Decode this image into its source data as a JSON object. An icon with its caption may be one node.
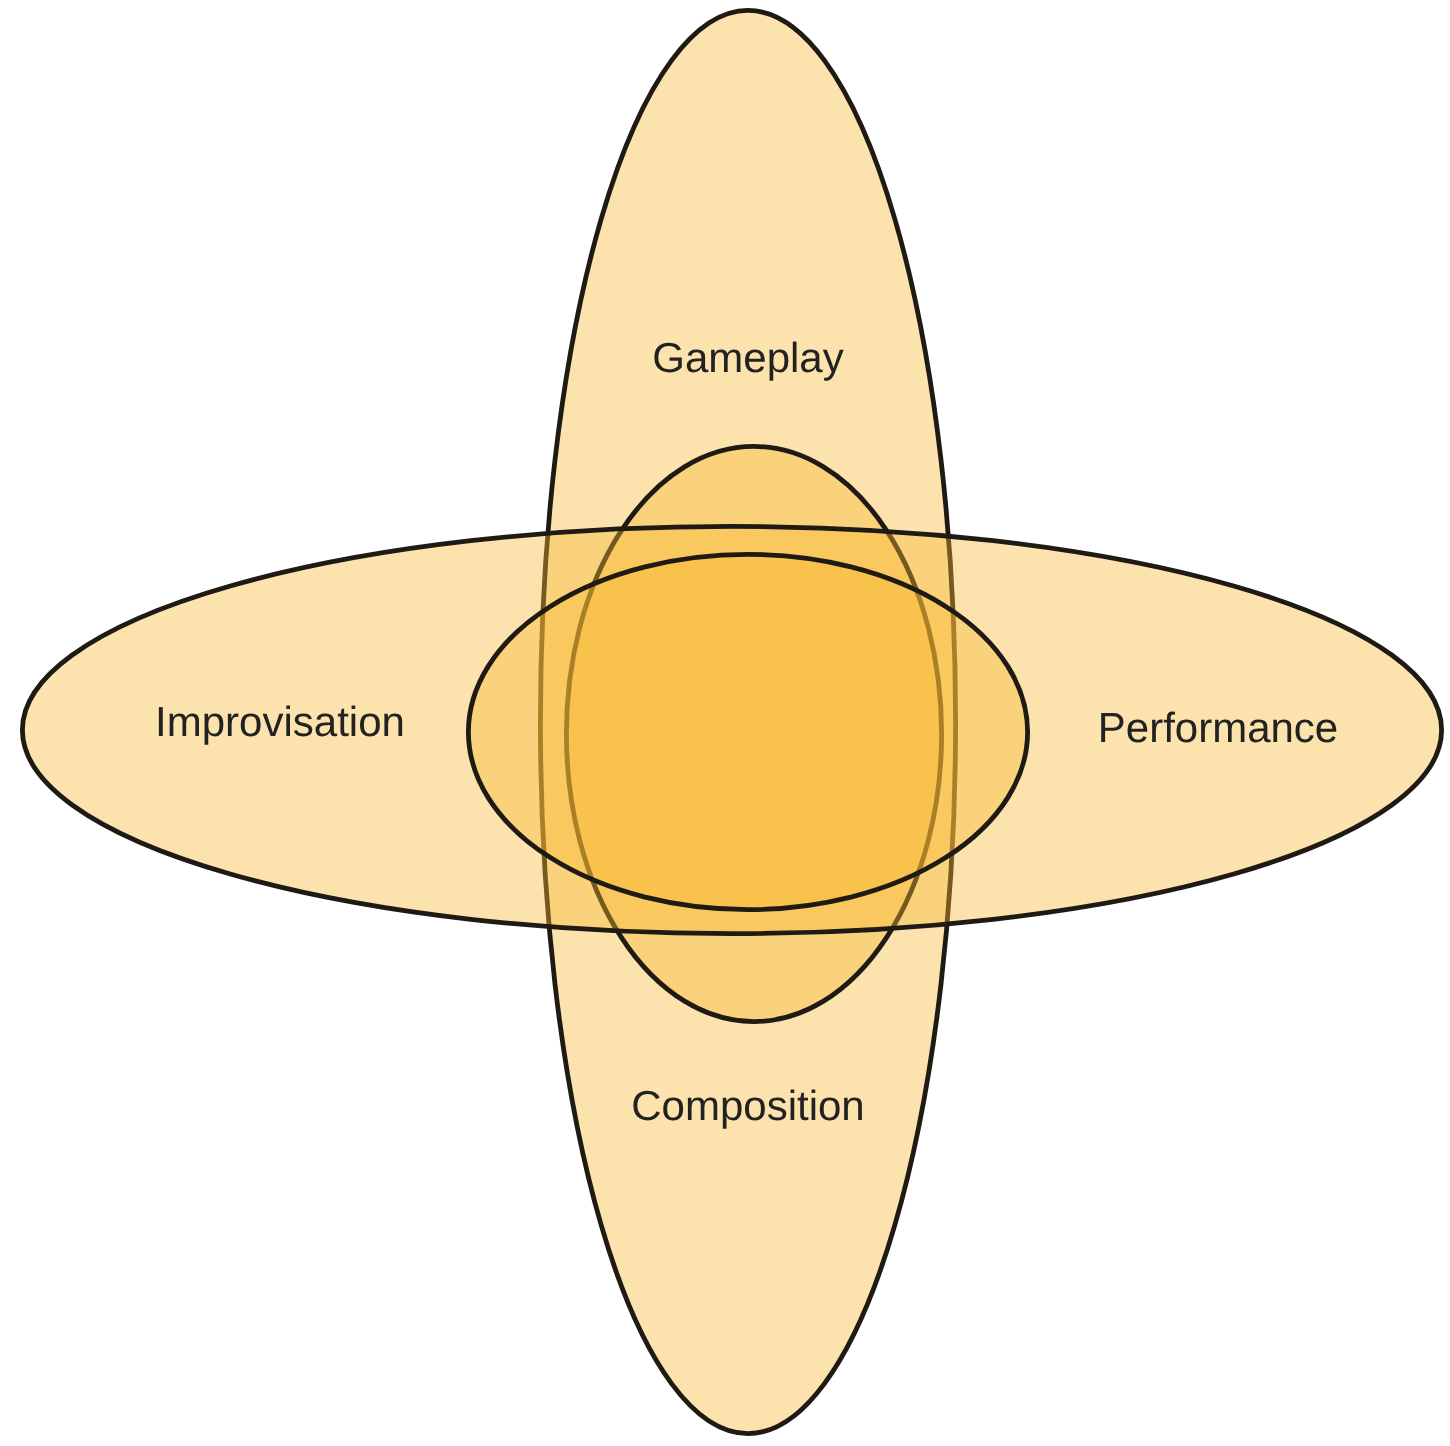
{
  "diagram": {
    "nodes": [
      {
        "text": [
          "Gameplay",
          "Composition"
        ]
      },
      {
        "text": [
          "Improvisation",
          "Performance"
        ]
      },
      {
        "text": [],
        "shape": "ellipse",
        "in": 0
      },
      {
        "text": [],
        "shape": "ellipse",
        "in": 1
      }
    ]
  }
}
